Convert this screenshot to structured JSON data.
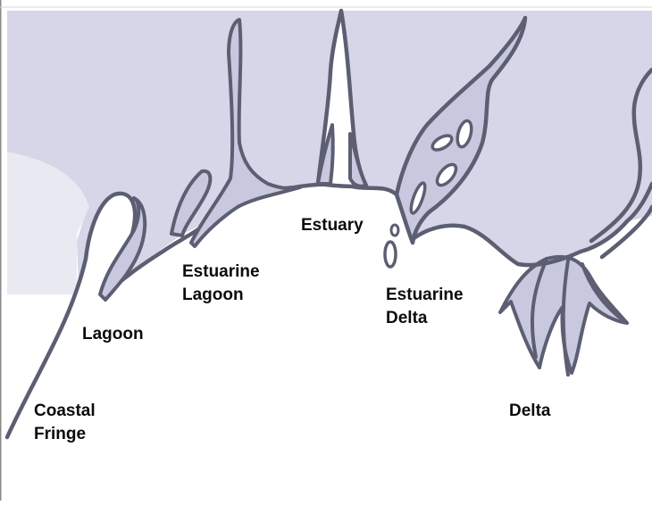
{
  "labels": {
    "estuary": "Estuary",
    "estuarine_lagoon": [
      "Estuarine",
      "Lagoon"
    ],
    "estuarine_delta": [
      "Estuarine",
      "Delta"
    ],
    "lagoon": "Lagoon",
    "coastal_fringe": [
      "Coastal",
      "Fringe"
    ],
    "delta": "Delta"
  },
  "colors": {
    "land": "#d6d6e8",
    "water_fill": "#c3c3dc",
    "outline": "#5c5e72",
    "sea": "#ffffff",
    "text": "#0b0b0b"
  }
}
